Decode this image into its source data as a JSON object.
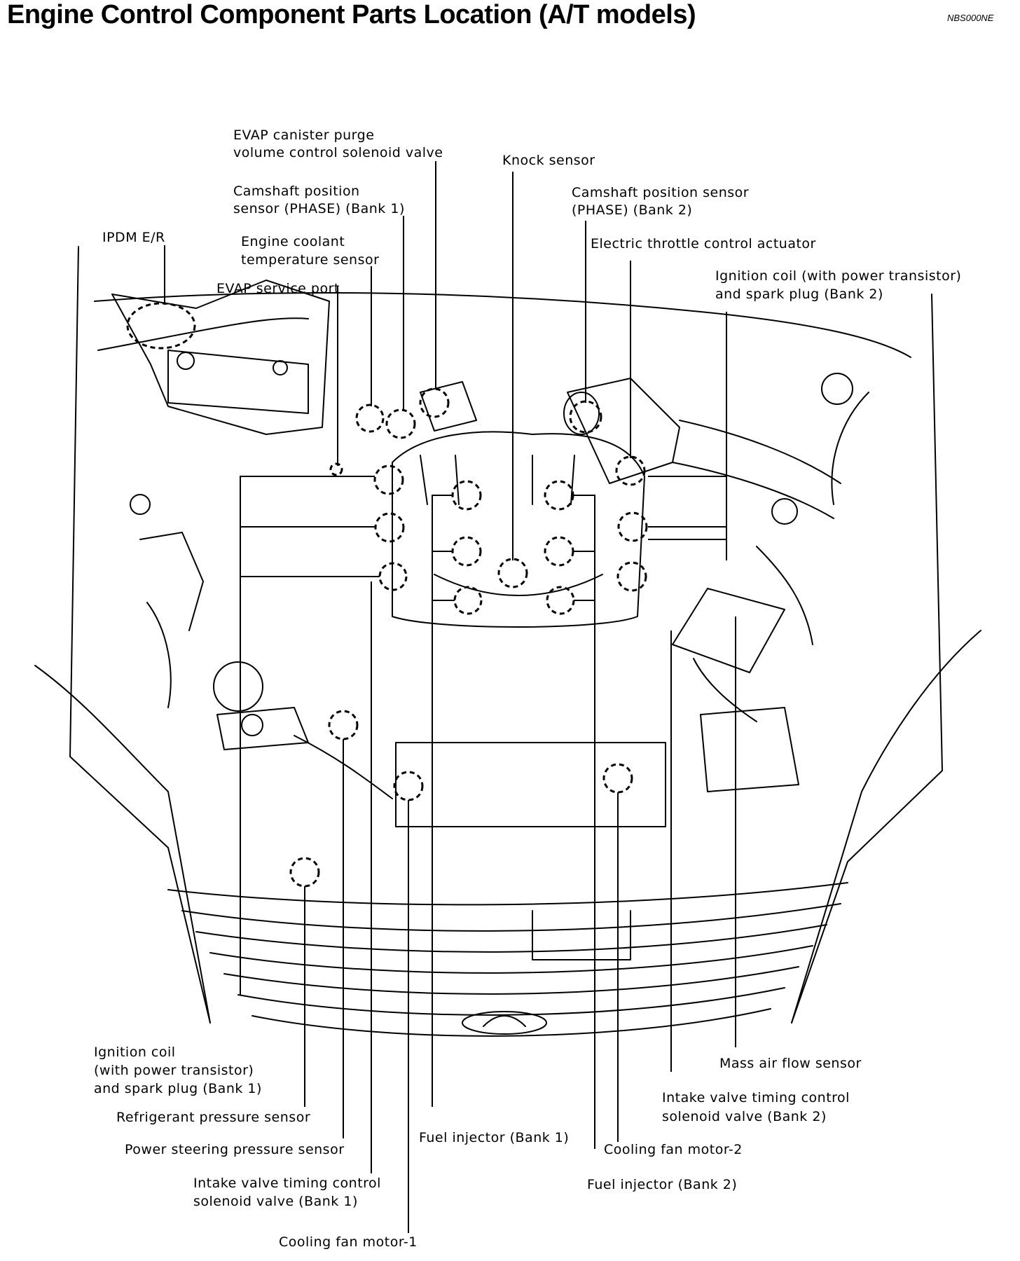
{
  "header": {
    "title": "Engine Control Component Parts Location (A/T models)",
    "code": "NBS000NE"
  },
  "labels": {
    "evap_purge": [
      "EVAP canister purge",
      "volume control solenoid valve"
    ],
    "knock_sensor": [
      "Knock sensor"
    ],
    "cmp_bank1": [
      "Camshaft position",
      "sensor (PHASE) (Bank 1)"
    ],
    "cmp_bank2": [
      "Camshaft position sensor",
      "(PHASE) (Bank 2)"
    ],
    "ipdm": [
      "IPDM E/R"
    ],
    "ect_sensor": [
      "Engine coolant",
      "temperature sensor"
    ],
    "throttle_actuator": [
      "Electric throttle control actuator"
    ],
    "evap_service_port": [
      "EVAP service port"
    ],
    "ign_coil_bank2": [
      "Ignition coil (with power transistor)",
      "and spark plug (Bank 2)"
    ],
    "ign_coil_bank1": [
      "Ignition coil",
      "(with power transistor)",
      "and spark plug (Bank 1)"
    ],
    "maf_sensor": [
      "Mass air flow sensor"
    ],
    "ivt_bank2": [
      "Intake valve timing control",
      "solenoid valve (Bank 2)"
    ],
    "refrigerant_sensor": [
      "Refrigerant pressure sensor"
    ],
    "injector_bank1": [
      "Fuel injector (Bank 1)"
    ],
    "fan_motor2": [
      "Cooling fan motor-2"
    ],
    "ps_sensor": [
      "Power steering pressure sensor"
    ],
    "ivt_bank1": [
      "Intake valve timing control",
      "solenoid valve (Bank 1)"
    ],
    "injector_bank2": [
      "Fuel injector (Bank 2)"
    ],
    "fan_motor1": [
      "Cooling fan motor-1"
    ]
  }
}
